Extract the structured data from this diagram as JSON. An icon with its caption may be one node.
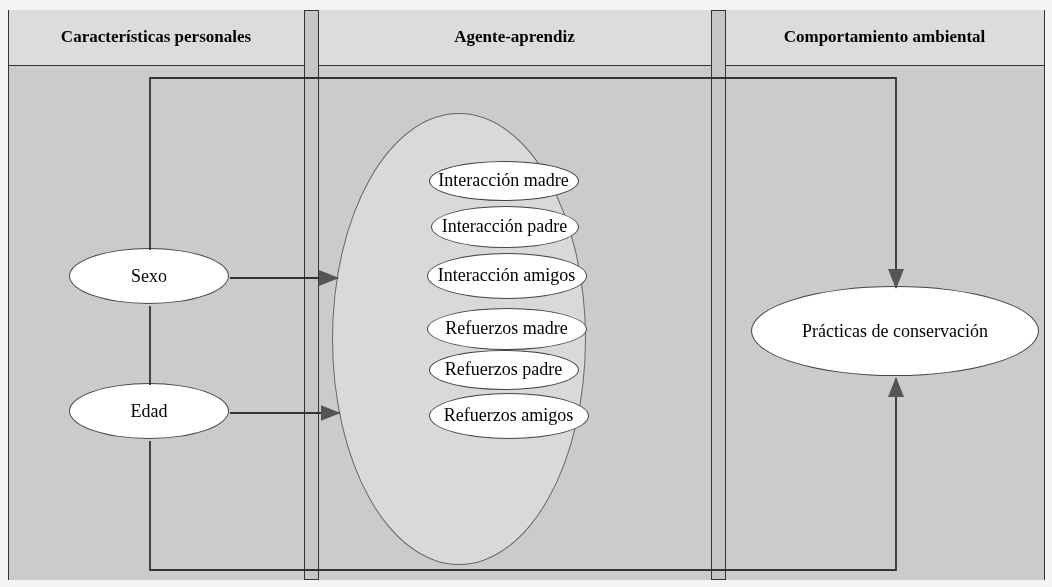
{
  "diagram": {
    "nodes": [
      {
        "text": [
          "Características personales"
        ]
      },
      {
        "text": [
          "Agente-aprendiz"
        ]
      },
      {
        "text": [
          "Comportamiento ambiental"
        ]
      },
      {
        "text": [
          "Sexo"
        ],
        "in": 0
      },
      {
        "text": [
          "Edad"
        ],
        "in": 0
      },
      {
        "text": [],
        "shape": "ellipse",
        "in": 1
      },
      {
        "text": [
          "Interacción madre"
        ],
        "in": 5
      },
      {
        "text": [
          "Interacción padre"
        ],
        "in": 5
      },
      {
        "text": [
          "Interacción amigos"
        ],
        "in": 5
      },
      {
        "text": [
          "Refuerzos madre"
        ],
        "in": 5
      },
      {
        "text": [
          "Refuerzos padre"
        ],
        "in": 5
      },
      {
        "text": [
          "Refuerzos amigos"
        ],
        "in": 5
      },
      {
        "text": [
          "Prácticas de conservación"
        ],
        "in": 2
      }
    ],
    "edges": [
      {
        "from": 3,
        "to": 5,
        "arrow": "to"
      },
      {
        "from": 4,
        "to": 5,
        "arrow": "to"
      },
      {
        "from": 3,
        "to": 12,
        "arrow": "to"
      },
      {
        "from": 4,
        "to": 12,
        "arrow": "to"
      },
      {
        "from": 3,
        "to": 4,
        "arrow": "none"
      }
    ]
  }
}
